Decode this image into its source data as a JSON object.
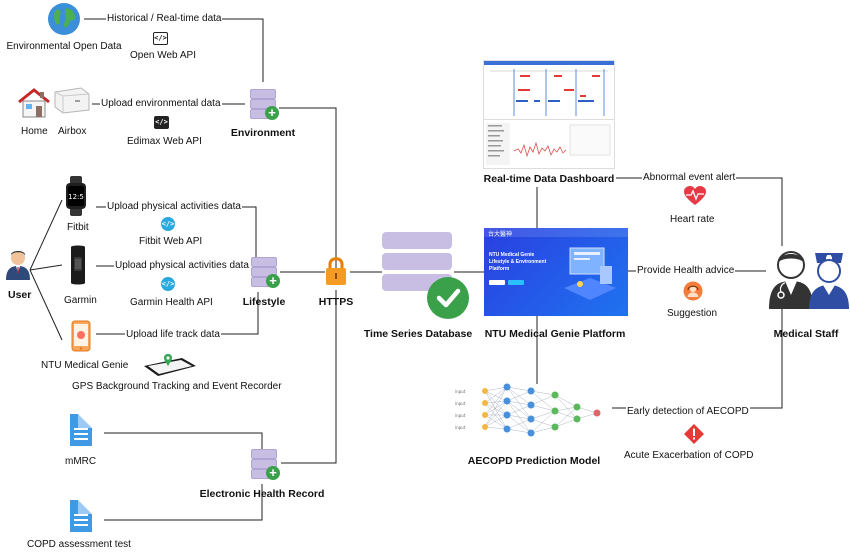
{
  "sources": {
    "environmental_open_data": "Environmental Open Data",
    "home": "Home",
    "airbox": "Airbox",
    "user": "User",
    "fitbit": "Fitbit",
    "garmin": "Garmin",
    "ntu_medical_genie": "NTU Medical Genie",
    "gps": "GPS Background Tracking and Event Recorder",
    "mmrc": "mMRC",
    "copd_test": "COPD assessment test"
  },
  "edges": {
    "historical": "Historical / Real-time data",
    "upload_env": "Upload environmental data",
    "upload_phys_fitbit": "Upload physical activities data",
    "upload_phys_garmin": "Upload physical activities data",
    "upload_life": "Upload life track data",
    "abnormal": "Abnormal event alert",
    "provide_advice": "Provide Health advice",
    "early_detection": "Early detection of AECOPD"
  },
  "apis": {
    "open_web_api": "Open Web API",
    "edimax_web_api": "Edimax Web API",
    "fitbit_web_api": "Fitbit Web API",
    "garmin_health_api": "Garmin Health API"
  },
  "hubs": {
    "environment": "Environment",
    "lifestyle": "Lifestyle",
    "ehr": "Electronic Health Record",
    "https": "HTTPS"
  },
  "core": {
    "tsdb": "Time Series Database",
    "platform": "NTU Medical Genie Platform",
    "dashboard": "Real-time Data Dashboard",
    "aecopd_model": "AECOPD Prediction Model",
    "medical_staff": "Medical Staff"
  },
  "outputs": {
    "heart_rate": "Heart rate",
    "suggestion": "Suggestion",
    "acute_exacerbation": "Acute Exacerbation of COPD"
  },
  "platform_screen": {
    "brand": "台大醫神",
    "headline": "NTU Medical Genie Lifestyle & Environment Platform"
  },
  "colors": {
    "db_fill": "#c8bde2",
    "plus_green": "#3aa04a",
    "platform_blue": "#2546e8",
    "alert_red": "#e53935",
    "api_blue": "#29a9df",
    "lock_orange": "#f59a23"
  }
}
